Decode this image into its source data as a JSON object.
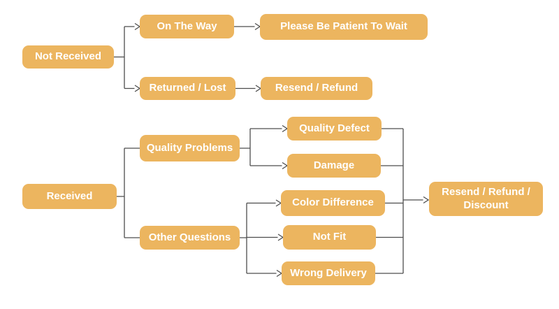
{
  "diagram": {
    "type": "flowchart",
    "colors": {
      "node_fill": "#ECB55F",
      "node_text": "#FFFFFF",
      "connector": "#4D4D4D",
      "background": "#FFFFFF"
    },
    "nodes": {
      "not_received": "Not Received",
      "on_the_way": "On The Way",
      "please_be_patient": "Please Be Patient To Wait",
      "returned_lost": "Returned / Lost",
      "resend_refund": "Resend / Refund",
      "received": "Received",
      "quality_problems": "Quality Problems",
      "quality_defect": "Quality Defect",
      "damage": "Damage",
      "other_questions": "Other Questions",
      "color_difference": "Color Difference",
      "not_fit": "Not Fit",
      "wrong_delivery": "Wrong Delivery",
      "resend_refund_discount": "Resend / Refund / Discount"
    },
    "edges": [
      {
        "from": "Not Received",
        "to": "On The Way"
      },
      {
        "from": "Not Received",
        "to": "Returned / Lost"
      },
      {
        "from": "On The Way",
        "to": "Please Be Patient To Wait"
      },
      {
        "from": "Returned / Lost",
        "to": "Resend / Refund"
      },
      {
        "from": "Received",
        "to": "Quality Problems"
      },
      {
        "from": "Received",
        "to": "Other Questions"
      },
      {
        "from": "Quality Problems",
        "to": "Quality Defect"
      },
      {
        "from": "Quality Problems",
        "to": "Damage"
      },
      {
        "from": "Other Questions",
        "to": "Color Difference"
      },
      {
        "from": "Other Questions",
        "to": "Not Fit"
      },
      {
        "from": "Other Questions",
        "to": "Wrong Delivery"
      },
      {
        "from": "Quality Defect",
        "to": "Resend / Refund / Discount"
      },
      {
        "from": "Damage",
        "to": "Resend / Refund / Discount"
      },
      {
        "from": "Color Difference",
        "to": "Resend / Refund / Discount"
      },
      {
        "from": "Not Fit",
        "to": "Resend / Refund / Discount"
      },
      {
        "from": "Wrong Delivery",
        "to": "Resend / Refund / Discount"
      }
    ]
  }
}
